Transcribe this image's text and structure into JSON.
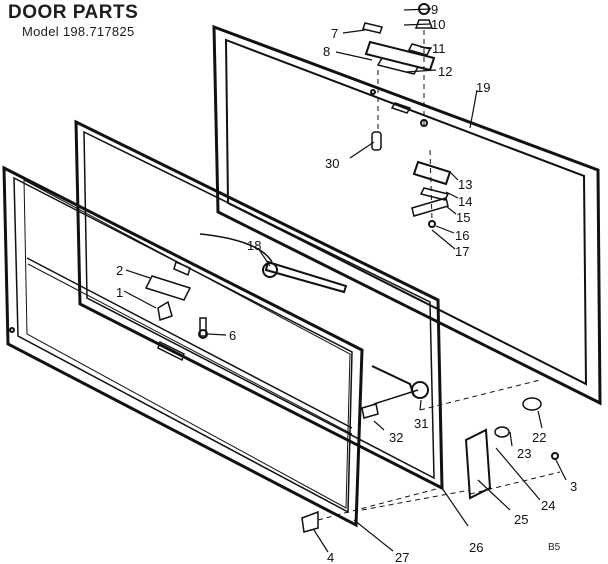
{
  "header": {
    "title": "DOOR PARTS",
    "model": "Model 198.717825"
  },
  "callouts": [
    {
      "id": "c9",
      "label": "9"
    },
    {
      "id": "c10",
      "label": "10"
    },
    {
      "id": "c7",
      "label": "7"
    },
    {
      "id": "c8",
      "label": "8"
    },
    {
      "id": "c11",
      "label": "11"
    },
    {
      "id": "c12",
      "label": "12"
    },
    {
      "id": "c19",
      "label": "19"
    },
    {
      "id": "c30",
      "label": "30"
    },
    {
      "id": "c13",
      "label": "13"
    },
    {
      "id": "c14",
      "label": "14"
    },
    {
      "id": "c15",
      "label": "15"
    },
    {
      "id": "c16",
      "label": "16"
    },
    {
      "id": "c17",
      "label": "17"
    },
    {
      "id": "c18",
      "label": "18"
    },
    {
      "id": "c2",
      "label": "2"
    },
    {
      "id": "c1",
      "label": "1"
    },
    {
      "id": "c6",
      "label": "6"
    },
    {
      "id": "c31",
      "label": "31"
    },
    {
      "id": "c32",
      "label": "32"
    },
    {
      "id": "c22",
      "label": "22"
    },
    {
      "id": "c23",
      "label": "23"
    },
    {
      "id": "c3",
      "label": "3"
    },
    {
      "id": "c24",
      "label": "24"
    },
    {
      "id": "c25",
      "label": "25"
    },
    {
      "id": "c26",
      "label": "26"
    },
    {
      "id": "c27",
      "label": "27"
    },
    {
      "id": "c4",
      "label": "4"
    }
  ],
  "corner_mark": "B5",
  "colors": {
    "ink": "#111111",
    "paper": "#ffffff"
  }
}
